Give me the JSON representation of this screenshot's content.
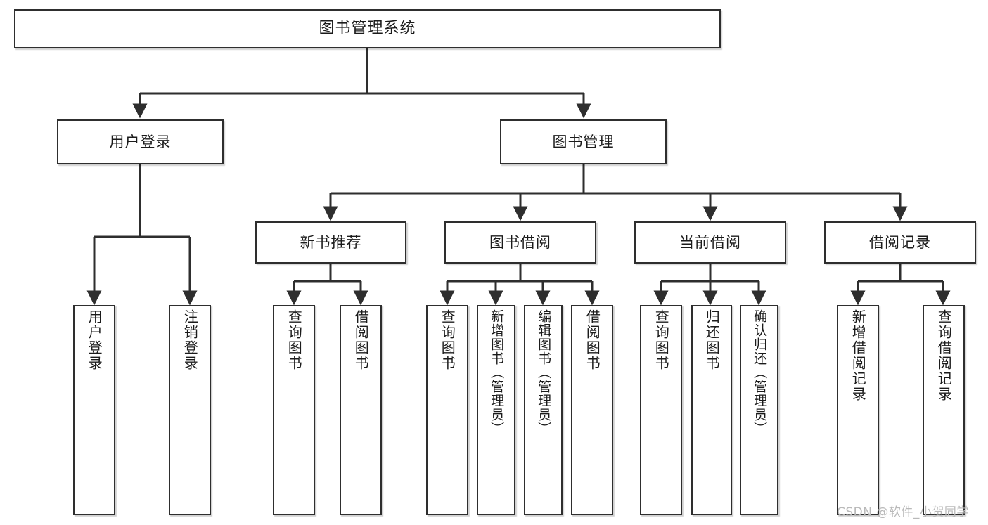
{
  "diagram": {
    "title": "图书管理系统",
    "type": "tree",
    "watermark": "CSDN @软件_小贺同学",
    "colors": {
      "node_border": "#2e2e2e",
      "node_fill": "#ffffff",
      "edge": "#2e2e2e",
      "text": "#1b1b1b",
      "watermark": "#b9b9b9"
    },
    "levels": {
      "root": [
        "图书管理系统"
      ],
      "level2": [
        "用户登录",
        "图书管理"
      ],
      "level3": [
        "新书推荐",
        "图书借阅",
        "当前借阅",
        "借阅记录"
      ],
      "leaves": [
        "用户登录",
        "注销登录",
        "查询图书",
        "借阅图书",
        "查询图书",
        "新增图书（管理员）",
        "编辑图书（管理员）",
        "借阅图书",
        "查询图书",
        "归还图书",
        "确认归还（管理员）",
        "新增借阅记录",
        "查询借阅记录"
      ]
    },
    "nodes": {
      "root": {
        "label": "图书管理系统"
      },
      "user_login": {
        "label": "用户登录"
      },
      "book_manage": {
        "label": "图书管理"
      },
      "new_book_rec": {
        "label": "新书推荐"
      },
      "book_borrow": {
        "label": "图书借阅"
      },
      "current_borrow": {
        "label": "当前借阅"
      },
      "borrow_record": {
        "label": "借阅记录"
      },
      "leaf_user_login": {
        "label": "用户登录"
      },
      "leaf_user_logout": {
        "label": "注销登录"
      },
      "leaf_rec_query": {
        "label": "查询图书"
      },
      "leaf_rec_borrow": {
        "label": "借阅图书"
      },
      "leaf_bb_query": {
        "label": "查询图书"
      },
      "leaf_bb_add": {
        "label": "新增图书（管理员）"
      },
      "leaf_bb_edit": {
        "label": "编辑图书（管理员）"
      },
      "leaf_bb_borrow": {
        "label": "借阅图书"
      },
      "leaf_cb_query": {
        "label": "查询图书"
      },
      "leaf_cb_return": {
        "label": "归还图书"
      },
      "leaf_cb_confirm": {
        "label": "确认归还（管理员）"
      },
      "leaf_br_add": {
        "label": "新增借阅记录"
      },
      "leaf_br_query": {
        "label": "查询借阅记录"
      }
    },
    "edges": [
      {
        "from": "root",
        "to": "user_login"
      },
      {
        "from": "root",
        "to": "book_manage"
      },
      {
        "from": "user_login",
        "to": "leaf_user_login"
      },
      {
        "from": "user_login",
        "to": "leaf_user_logout"
      },
      {
        "from": "book_manage",
        "to": "new_book_rec"
      },
      {
        "from": "book_manage",
        "to": "book_borrow"
      },
      {
        "from": "book_manage",
        "to": "current_borrow"
      },
      {
        "from": "book_manage",
        "to": "borrow_record"
      },
      {
        "from": "new_book_rec",
        "to": "leaf_rec_query"
      },
      {
        "from": "new_book_rec",
        "to": "leaf_rec_borrow"
      },
      {
        "from": "book_borrow",
        "to": "leaf_bb_query"
      },
      {
        "from": "book_borrow",
        "to": "leaf_bb_add"
      },
      {
        "from": "book_borrow",
        "to": "leaf_bb_edit"
      },
      {
        "from": "book_borrow",
        "to": "leaf_bb_borrow"
      },
      {
        "from": "current_borrow",
        "to": "leaf_cb_query"
      },
      {
        "from": "current_borrow",
        "to": "leaf_cb_return"
      },
      {
        "from": "current_borrow",
        "to": "leaf_cb_confirm"
      },
      {
        "from": "borrow_record",
        "to": "leaf_br_add"
      },
      {
        "from": "borrow_record",
        "to": "leaf_br_query"
      }
    ]
  }
}
